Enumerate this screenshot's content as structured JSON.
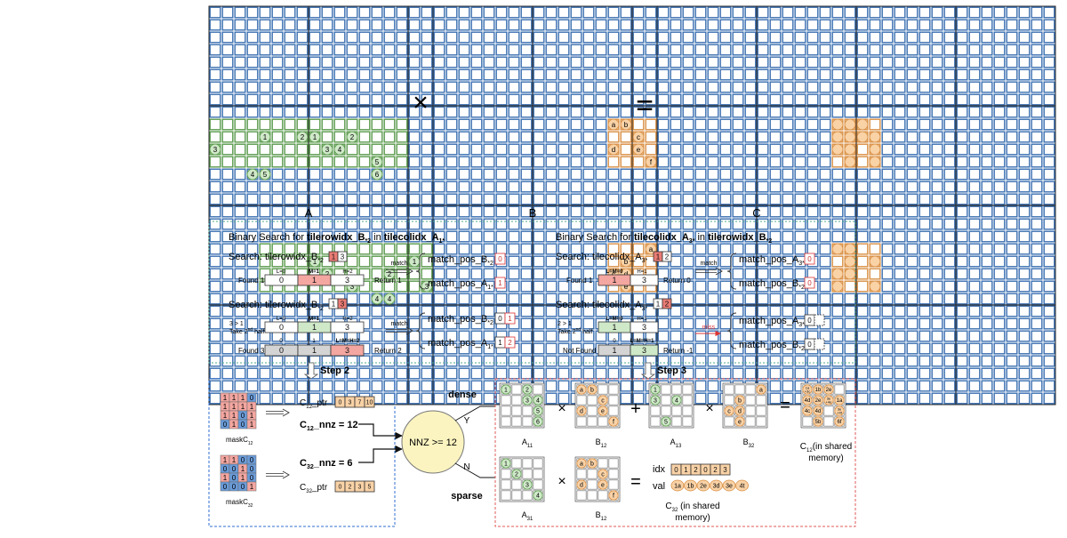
{
  "top": {
    "labels": {
      "a": "A",
      "b": "B",
      "c": "C"
    },
    "times_symbol": "×",
    "equals_symbol": "=",
    "a_circles": [
      {
        "r": 10,
        "c": 4,
        "t": "1"
      },
      {
        "r": 10,
        "c": 7,
        "t": "2"
      },
      {
        "r": 10,
        "c": 8,
        "t": "1"
      },
      {
        "r": 10,
        "c": 11,
        "t": "2"
      },
      {
        "r": 11,
        "c": 0,
        "t": "3"
      },
      {
        "r": 11,
        "c": 9,
        "t": "3"
      },
      {
        "r": 11,
        "c": 10,
        "t": "4"
      },
      {
        "r": 12,
        "c": 13,
        "t": "5"
      },
      {
        "r": 13,
        "c": 3,
        "t": "4"
      },
      {
        "r": 13,
        "c": 4,
        "t": "5"
      },
      {
        "r": 13,
        "c": 13,
        "t": "6"
      },
      {
        "r": 10,
        "c": 21,
        "t": "1"
      },
      {
        "r": 11,
        "c": 21,
        "t": "3"
      },
      {
        "r": 11,
        "c": 24,
        "t": "4"
      },
      {
        "r": 13,
        "c": 22,
        "t": "5"
      },
      {
        "r": 20,
        "c": 8,
        "t": "1"
      },
      {
        "r": 20,
        "c": 16,
        "t": "1"
      },
      {
        "r": 21,
        "c": 9,
        "t": "2"
      },
      {
        "r": 21,
        "c": 14,
        "t": "2"
      },
      {
        "r": 22,
        "c": 11,
        "t": "3"
      },
      {
        "r": 22,
        "c": 17,
        "t": "3"
      },
      {
        "r": 23,
        "c": 13,
        "t": "4"
      },
      {
        "r": 23,
        "c": 14,
        "t": "4"
      },
      {
        "r": 23,
        "c": 19,
        "t": "5"
      }
    ],
    "b_circles": [
      {
        "r": 9,
        "c": 14,
        "t": "a"
      },
      {
        "r": 9,
        "c": 15,
        "t": "b"
      },
      {
        "r": 10,
        "c": 16,
        "t": "c"
      },
      {
        "r": 11,
        "c": 14,
        "t": "d"
      },
      {
        "r": 11,
        "c": 16,
        "t": "e"
      },
      {
        "r": 12,
        "c": 17,
        "t": "f"
      },
      {
        "r": 19,
        "c": 17,
        "t": "a"
      },
      {
        "r": 20,
        "c": 15,
        "t": "b"
      },
      {
        "r": 21,
        "c": 14,
        "t": "c"
      },
      {
        "r": 21,
        "c": 15,
        "t": "d"
      },
      {
        "r": 22,
        "c": 15,
        "t": "e"
      }
    ]
  },
  "search_left": {
    "title_prefix": "Binary Search for ",
    "title_bold1": "tilerowidx_B",
    "title_sub1": "*2",
    "title_mid": " in ",
    "title_bold2": "tilecolidx_A",
    "title_sub2": "1*",
    "search1_label": "Search:  tilerowidx_B",
    "search1_sub": "*2",
    "search1_vals": [
      "1",
      "3"
    ],
    "row1": {
      "lbl": "Found 1",
      "l": "L=0",
      "m": "M=1",
      "h": "H=2",
      "cells": [
        "0",
        "1",
        "3"
      ],
      "ret": "Return 1"
    },
    "search2_label": "Search:  tilerowidx_B",
    "search2_sub": "*2",
    "search2_vals": [
      "1",
      "3"
    ],
    "row2": {
      "lbl_a": "3 > 1",
      "lbl_b": "Take 2",
      "lbl_sup": "nd",
      "lbl_c": " half",
      "l": "L=0",
      "m": "M=1",
      "h": "H=2",
      "cells": [
        "0",
        "1",
        "3"
      ]
    },
    "row3": {
      "lbl": "Found 3",
      "i0": "0",
      "i1": "1",
      "i2": "L=M=H=2",
      "cells": [
        "0",
        "1",
        "3"
      ],
      "ret": "Return 2"
    },
    "match_word": "match",
    "m1a": "match_pos_B",
    "m1a_sub": "*2",
    "m1a_val": "0",
    "m1b": "match_pos_A",
    "m1b_sub": "1*",
    "m1b_val": "1",
    "m2a": "match_pos_B",
    "m2a_sub": "*2",
    "m2a_vals": [
      "0",
      "1"
    ],
    "m2b": "match_pos_A",
    "m2b_sub": "1*",
    "m2b_vals": [
      "1",
      "2"
    ]
  },
  "search_right": {
    "title_prefix": "Binary Search for ",
    "title_bold1": "tilecolidx_A",
    "title_sub1": "3*",
    "title_mid": " in ",
    "title_bold2": "tilerowidx_B",
    "title_sub2": "*2",
    "search1_label": "Search:  tilecolidx_A",
    "search1_sub": "3*",
    "search1_vals": [
      "1",
      "2"
    ],
    "row1": {
      "lbl": "Found 1",
      "lm": "L=M=0",
      "h": "H=1",
      "cells": [
        "1",
        "3"
      ],
      "ret": "Return 0"
    },
    "search2_label": "Search:  tilecolidx_A",
    "search2_sub": "3*",
    "search2_vals": [
      "1",
      "2"
    ],
    "row2": {
      "lbl_a": "2 > 1",
      "lbl_b": "Take 2",
      "lbl_sup": "nd",
      "lbl_c": " half",
      "lm": "L=M=0",
      "h": "H=1",
      "cells": [
        "1",
        "3"
      ]
    },
    "row3": {
      "lbl": "Not Found",
      "i0": "0",
      "i1": "L=M=H=1",
      "cells": [
        "1",
        "3"
      ],
      "ret": "Return -1"
    },
    "match_word": "match",
    "miss_word": "miss",
    "m1a": "match_pos_A",
    "m1a_sub": "3*",
    "m1a_val": "0",
    "m1b": "match_pos_B",
    "m1b_sub": "*2",
    "m1b_val": "0",
    "m2a": "match_pos_A",
    "m2a_sub": "3*",
    "m2a_val": "0",
    "m2b": "match_pos_B",
    "m2b_sub": "*2",
    "m2b_val": "0"
  },
  "steps": {
    "step2": "Step 2",
    "step3": "Step 3"
  },
  "step2": {
    "mask12": [
      [
        "1",
        "1",
        "1",
        "0"
      ],
      [
        "1",
        "1",
        "1",
        "1"
      ],
      [
        "1",
        "1",
        "0",
        "1"
      ],
      [
        "0",
        "1",
        "0",
        "1"
      ]
    ],
    "mask32": [
      [
        "1",
        "1",
        "0",
        "0"
      ],
      [
        "0",
        "0",
        "1",
        "0"
      ],
      [
        "1",
        "0",
        "1",
        "0"
      ],
      [
        "0",
        "0",
        "0",
        "1"
      ]
    ],
    "mask12_label": "maskC",
    "mask12_sub": "12",
    "mask32_label": "maskC",
    "mask32_sub": "32",
    "c12_ptr_label": "C",
    "c12_ptr_sub": "12",
    "c12_ptr_suffix": "_ptr",
    "c12_ptr": [
      "0",
      "3",
      "7",
      "10"
    ],
    "c12_nnz_label": "C",
    "c12_nnz_sub": "12",
    "c12_nnz_suffix": "_nnz = 12",
    "c32_nnz_label": "C",
    "c32_nnz_sub": "32",
    "c32_nnz_suffix": "_nnz = 6",
    "c32_ptr_label": "C",
    "c32_ptr_sub": "32",
    "c32_ptr_suffix": "_ptr",
    "c32_ptr": [
      "0",
      "2",
      "3",
      "5"
    ]
  },
  "decision": {
    "text": "NNZ >= 12",
    "yes": "Y",
    "no": "N",
    "dense": "dense",
    "sparse": "sparse"
  },
  "step3": {
    "a11": {
      "label": "A",
      "sub": "11",
      "cells": [
        [
          0,
          0,
          "1"
        ],
        [
          0,
          2,
          "2"
        ],
        [
          1,
          2,
          "3"
        ],
        [
          1,
          3,
          "4"
        ],
        [
          2,
          3,
          "5"
        ],
        [
          3,
          3,
          "6"
        ]
      ]
    },
    "b12": {
      "label": "B",
      "sub": "12",
      "cells": [
        [
          0,
          0,
          "a"
        ],
        [
          0,
          1,
          "b"
        ],
        [
          1,
          2,
          "c"
        ],
        [
          2,
          0,
          "d"
        ],
        [
          2,
          2,
          "e"
        ],
        [
          3,
          3,
          "f"
        ]
      ]
    },
    "a13": {
      "label": "A",
      "sub": "13",
      "cells": [
        [
          0,
          0,
          "1"
        ],
        [
          1,
          0,
          "3"
        ],
        [
          1,
          2,
          "4"
        ],
        [
          3,
          1,
          "5"
        ]
      ]
    },
    "b32": {
      "label": "B",
      "sub": "32",
      "cells": [
        [
          0,
          3,
          "a"
        ],
        [
          1,
          1,
          "b"
        ],
        [
          2,
          0,
          "c"
        ],
        [
          2,
          1,
          "d"
        ],
        [
          3,
          1,
          "e"
        ]
      ]
    },
    "c12": {
      "label": "C",
      "sub": "12",
      "suffix": "(in shared",
      "suffix2": "memory)",
      "cells": [
        [
          0,
          0,
          "1a+3c"
        ],
        [
          0,
          1,
          "1b"
        ],
        [
          0,
          2,
          "2e"
        ],
        [
          1,
          0,
          "4d"
        ],
        [
          1,
          1,
          "2e"
        ],
        [
          1,
          2,
          "3e+4e"
        ],
        [
          1,
          3,
          "1a"
        ],
        [
          2,
          0,
          "4c"
        ],
        [
          2,
          1,
          "4d"
        ],
        [
          2,
          3,
          "3e+4f"
        ],
        [
          3,
          1,
          "5b"
        ],
        [
          3,
          3,
          "6f"
        ]
      ]
    },
    "a31": {
      "label": "A",
      "sub": "31",
      "cells": [
        [
          0,
          0,
          "1"
        ],
        [
          1,
          1,
          "2"
        ],
        [
          2,
          2,
          "3"
        ],
        [
          3,
          3,
          "4"
        ]
      ]
    },
    "b12b": {
      "label": "B",
      "sub": "12",
      "cells": [
        [
          0,
          0,
          "a"
        ],
        [
          0,
          1,
          "b"
        ],
        [
          1,
          2,
          "c"
        ],
        [
          2,
          0,
          "d"
        ],
        [
          2,
          2,
          "e"
        ],
        [
          3,
          3,
          "f"
        ]
      ]
    },
    "c32": {
      "label": "C",
      "sub": "32",
      "suffix": " (in shared",
      "suffix2": "memory)",
      "idx_label": "idx",
      "idx": [
        "0",
        "1",
        "2",
        "0",
        "2",
        "3"
      ],
      "val_label": "val",
      "val": [
        "1a",
        "1b",
        "2e",
        "3d",
        "3e",
        "4t"
      ]
    },
    "ops": {
      "times": "×",
      "plus": "+",
      "eq": "="
    }
  },
  "colors": {
    "blue": "#3a6fb0",
    "green_fill": "#cfe9c8",
    "green_stroke": "#5a9a4c",
    "orange_fill": "#f9d2a6",
    "orange_stroke": "#d98f43",
    "red_fill": "#ea7b74",
    "red_cell": "#f4a6a0",
    "mask_blue": "#6a9bd8",
    "decision_fill": "#fbf4c0"
  }
}
